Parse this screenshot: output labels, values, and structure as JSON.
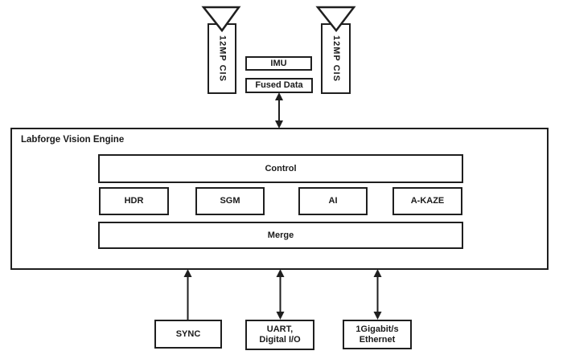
{
  "colors": {
    "stroke": "#1f1f1f",
    "background": "#ffffff"
  },
  "sensors": {
    "camera_left_label": "12MP CIS",
    "camera_right_label": "12MP CIS",
    "imu_label": "IMU",
    "fused_label": "Fused Data"
  },
  "engine": {
    "title": "Labforge Vision Engine",
    "control_label": "Control",
    "modules": [
      "HDR",
      "SGM",
      "AI",
      "A-KAZE"
    ],
    "merge_label": "Merge"
  },
  "io": {
    "sync_label": "SYNC",
    "uart_line1": "UART,",
    "uart_line2": "Digital I/O",
    "ethernet_line1": "1Gigabit/s",
    "ethernet_line2": "Ethernet"
  }
}
